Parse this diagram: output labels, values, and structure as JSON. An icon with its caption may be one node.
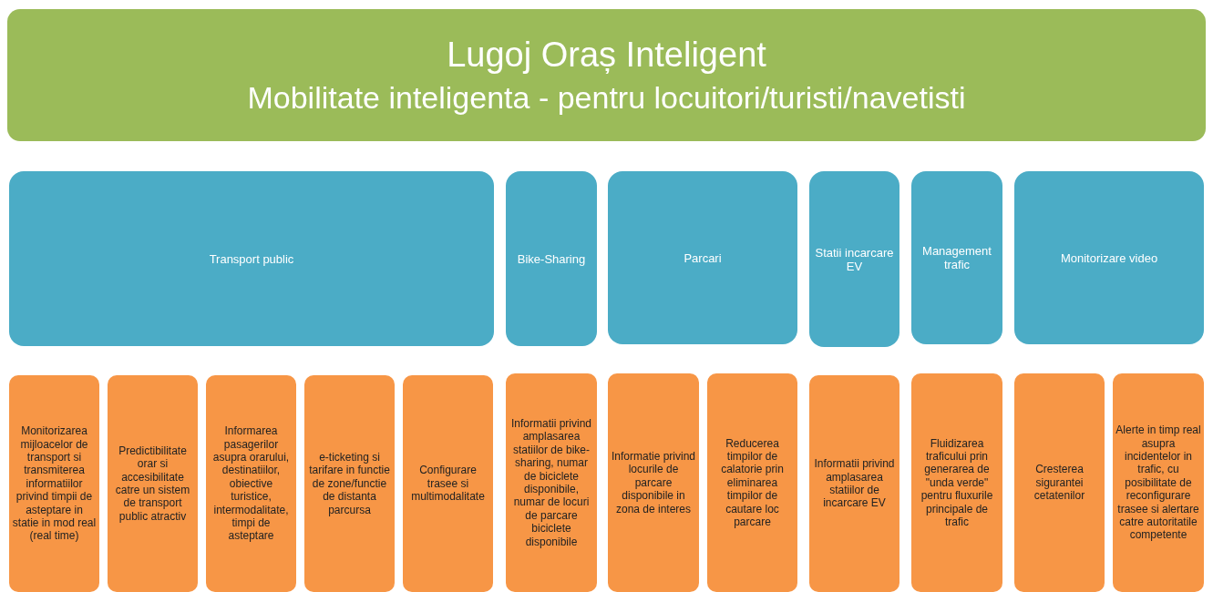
{
  "diagram": {
    "nodes": [
      {
        "text": [
          "Lugoj Oraș Inteligent",
          "Mobilitate inteligenta - pentru locuitori/turisti/navetisti"
        ]
      },
      {
        "text": [
          "Transport public"
        ]
      },
      {
        "text": [
          "Bike-Sharing"
        ]
      },
      {
        "text": [
          "Parcari"
        ]
      },
      {
        "text": [
          "Statii incarcare EV"
        ]
      },
      {
        "text": [
          "Management trafic"
        ]
      },
      {
        "text": [
          "Monitorizare video"
        ]
      },
      {
        "text": [
          "Monitorizarea mijloacelor de transport si transmiterea informatiilor privind timpii de asteptare in statie in mod real (real time)"
        ]
      },
      {
        "text": [
          "Predictibilitate orar si accesibilitate catre un sistem de transport public atractiv"
        ]
      },
      {
        "text": [
          "Informarea pasagerilor asupra orarului, destinatiilor, obiective turistice, intermodalitate, timpi de asteptare"
        ]
      },
      {
        "text": [
          "e-ticketing si tarifare in functie de zone/functie de distanta parcursa"
        ]
      },
      {
        "text": [
          "Configurare trasee si multimodalitate"
        ]
      },
      {
        "text": [
          "Informatii privind amplasarea statiilor de bike-sharing, numar de biciclete disponibile, numar de locuri de parcare biciclete disponibile"
        ]
      },
      {
        "text": [
          "Informatie privind locurile de parcare disponibile in zona de interes"
        ]
      },
      {
        "text": [
          "Reducerea timpilor de calatorie prin eliminarea timpilor de cautare loc parcare"
        ]
      },
      {
        "text": [
          "Informatii privind amplasarea statiilor de incarcare EV"
        ]
      },
      {
        "text": [
          "Fluidizarea traficului prin generarea de \"unda verde\" pentru fluxurile principale de trafic"
        ]
      },
      {
        "text": [
          "Cresterea sigurantei cetatenilor"
        ]
      },
      {
        "text": [
          "Alerte in timp real asupra incidentelor in trafic, cu posibilitate de reconfigurare trasee si alertare catre autoritatile competente"
        ]
      }
    ]
  }
}
